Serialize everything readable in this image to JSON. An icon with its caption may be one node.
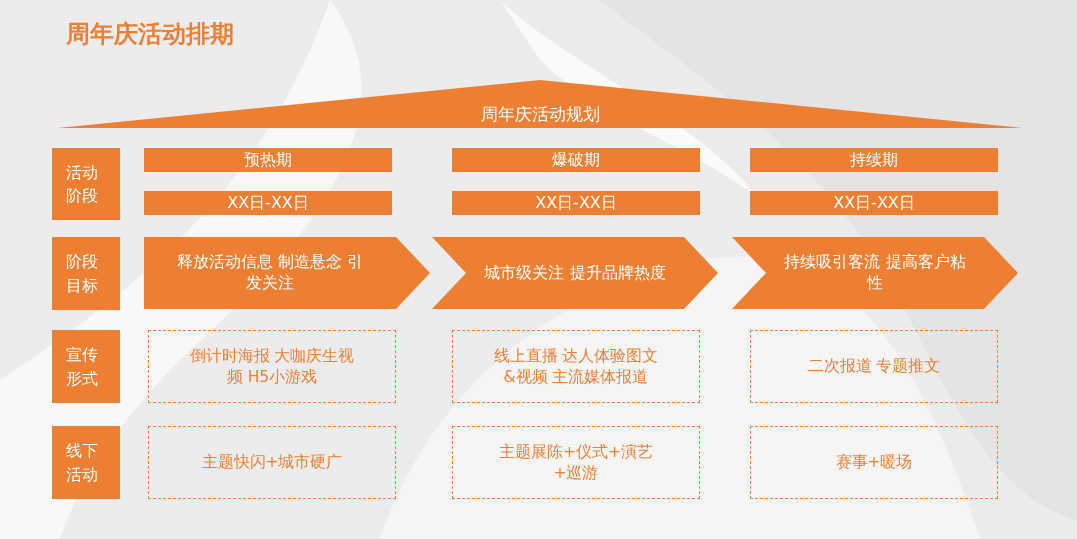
{
  "diagram": {
    "title": "周年庆活动排期",
    "nodes": [
      {
        "text": [
          "周年庆活动规划"
        ]
      },
      {
        "text": [
          "活动阶段"
        ]
      },
      {
        "text": [
          "预热期"
        ]
      },
      {
        "text": [
          "爆破期"
        ]
      },
      {
        "text": [
          "持续期"
        ]
      },
      {
        "text": [
          "XX日-XX日"
        ]
      },
      {
        "text": [
          "XX日-XX日"
        ]
      },
      {
        "text": [
          "XX日-XX日"
        ]
      },
      {
        "text": [
          "阶段目标"
        ]
      },
      {
        "text": [
          "释放活动信息 制造悬念 引发关注"
        ]
      },
      {
        "text": [
          "城市级关注 提升品牌热度"
        ]
      },
      {
        "text": [
          "持续吸引客流 提高客户粘性"
        ]
      },
      {
        "text": [
          "宣传形式"
        ]
      },
      {
        "text": [
          "倒计时海报 大咖庆生视频 H5小游戏"
        ]
      },
      {
        "text": [
          "线上直播 达人体验图文&视频 主流媒体报道"
        ]
      },
      {
        "text": [
          "二次报道 专题推文"
        ]
      },
      {
        "text": [
          "线下活动"
        ]
      },
      {
        "text": [
          "主题快闪+城市硬广"
        ]
      },
      {
        "text": [
          "主题展陈+仪式+演艺+巡游"
        ]
      },
      {
        "text": [
          "赛事+暖场"
        ]
      }
    ]
  }
}
